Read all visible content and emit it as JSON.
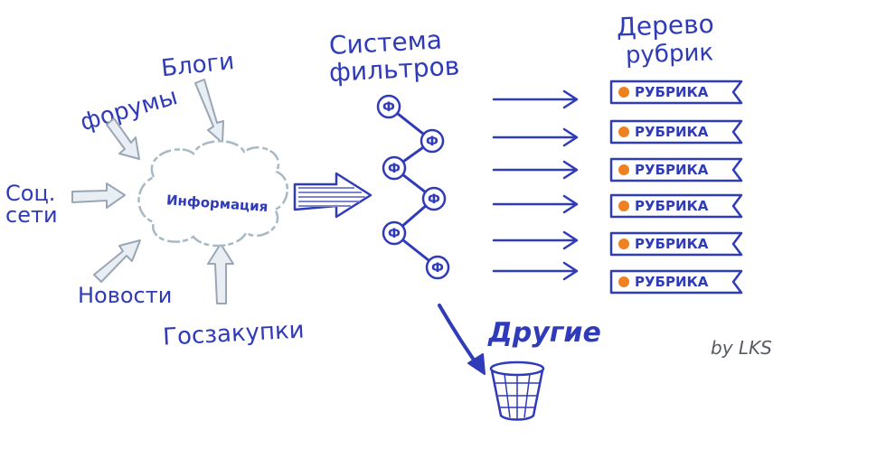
{
  "sources": {
    "forums": "форумы",
    "blogs": "Блоги",
    "social_line1": "Соц.",
    "social_line2": "сети",
    "news": "Новости",
    "procurement": "Госзакупки"
  },
  "cloud_label": "Информация",
  "filters": {
    "title_line1": "Система",
    "title_line2": "фильтров",
    "node_symbol": "Ф"
  },
  "tree": {
    "title_line1": "Дерево",
    "title_line2": "рубрик",
    "rubrics": [
      "РУБРИКА",
      "РУБРИКА",
      "РУБРИКА",
      "РУБРИКА",
      "РУБРИКА",
      "РУБРИКА"
    ]
  },
  "other_label": "Другие",
  "signature": "by LKS",
  "colors": {
    "ink": "#2f3bb8",
    "arrow_fill": "#e9eef5",
    "arrow_stroke": "#9aa6b4",
    "cloud_stroke": "#a9b9c4",
    "dot": "#f08020"
  }
}
